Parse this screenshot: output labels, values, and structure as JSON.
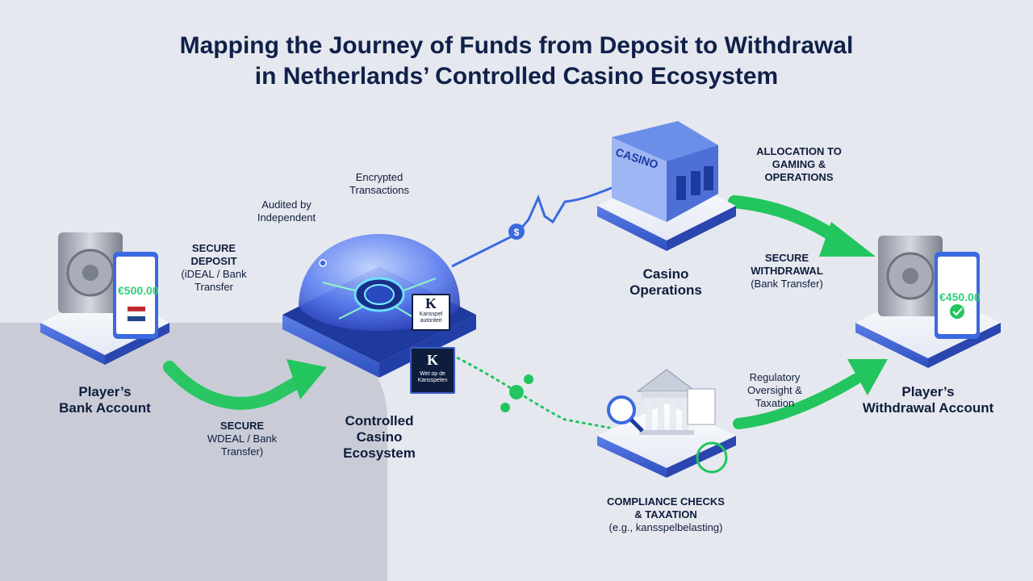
{
  "title": {
    "line1": "Mapping the Journey of Funds from Deposit to Withdrawal",
    "line2": "in Netherlands’ Controlled Casino Ecosystem"
  },
  "nodes": {
    "player_bank": {
      "line1": "Player’s",
      "line2": "Bank Account",
      "amount": "€500.00"
    },
    "controlled": {
      "line1": "Controlled",
      "line2": "Casino",
      "line3": "Ecosystem"
    },
    "casino_ops": {
      "line1": "Casino",
      "line2": "Operations",
      "sign": "CASINO"
    },
    "compliance": {
      "line1": "COMPLIANCE CHECKS",
      "line2": "& TAXATION",
      "line3": "(e.g., kansspelbelasting)"
    },
    "withdrawal": {
      "line1": "Player’s",
      "line2": "Withdrawal Account",
      "amount": "€450.00"
    }
  },
  "annotations": {
    "secure_deposit": {
      "line1": "SECURE",
      "line2": "DEPOSIT",
      "line3": "(iDEAL / Bank",
      "line4": "Transfer"
    },
    "secure_wdeal": {
      "line1": "SECURE",
      "line2": "WDEAL / Bank",
      "line3": "Transfer)"
    },
    "audited": {
      "line1": "Audited by",
      "line2": "Independent"
    },
    "encrypted": {
      "line1": "Encrypted",
      "line2": "Transactions"
    },
    "allocation": {
      "line1": "ALLOCATION TO",
      "line2": "GAMING &",
      "line3": "OPERATIONS"
    },
    "secure_withdrawal": {
      "line1": "SECURE",
      "line2": "WITHDRAWAL",
      "line3": "(Bank Transfer)"
    },
    "regulatory": {
      "line1": "Regulatory",
      "line2": "Oversight &",
      "line3": "Taxation"
    }
  },
  "badges": {
    "badge1": {
      "letter": "K",
      "text1": "Kansspel",
      "text2": "autoriteit"
    },
    "badge2": {
      "letter": "K",
      "text1": "Wet op de",
      "text2": "Kansspelen"
    }
  },
  "colors": {
    "accent_green": "#22c55e",
    "accent_blue": "#3b6ae0",
    "title": "#10204a"
  }
}
